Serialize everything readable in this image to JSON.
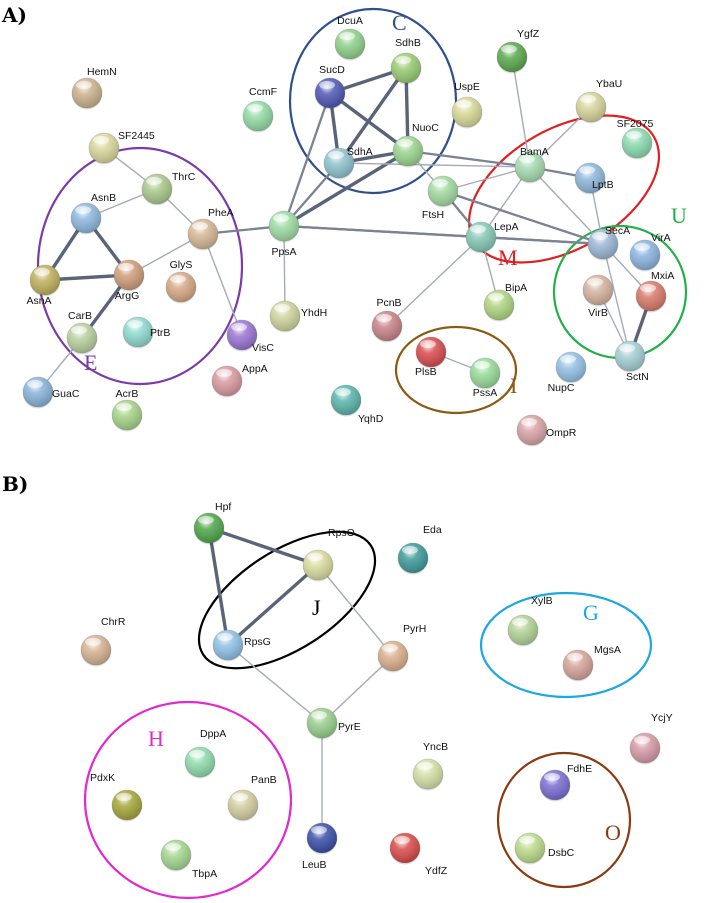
{
  "panels": [
    {
      "label": "A)",
      "nodes": [
        {
          "id": "DcuA",
          "color": "#8fd18a"
        },
        {
          "id": "SdhB",
          "color": "#9acb74"
        },
        {
          "id": "SucD",
          "color": "#4f57b5"
        },
        {
          "id": "HemN",
          "color": "#cdb28e"
        },
        {
          "id": "CcmF",
          "color": "#93dba4"
        },
        {
          "id": "UspE",
          "color": "#d9d99a"
        },
        {
          "id": "YgfZ",
          "color": "#5aa94e"
        },
        {
          "id": "YbaU",
          "color": "#d7d59b"
        },
        {
          "id": "SF2445",
          "color": "#d9d79b"
        },
        {
          "id": "ThrC",
          "color": "#a9c98c"
        },
        {
          "id": "AsnB",
          "color": "#8db8dd"
        },
        {
          "id": "PheA",
          "color": "#d6b896"
        },
        {
          "id": "SdhA",
          "color": "#8fc3cf"
        },
        {
          "id": "NuoC",
          "color": "#9bd58f"
        },
        {
          "id": "BamA",
          "color": "#a6dbb0"
        },
        {
          "id": "LptB",
          "color": "#8fb7dc"
        },
        {
          "id": "SF2075",
          "color": "#8bdbb0"
        },
        {
          "id": "FtsH",
          "color": "#a3dba1"
        },
        {
          "id": "PpsA",
          "color": "#9fdca4"
        },
        {
          "id": "LepA",
          "color": "#86c9b6"
        },
        {
          "id": "SecA",
          "color": "#9bb7d6"
        },
        {
          "id": "VirA",
          "color": "#8ab4e0"
        },
        {
          "id": "GlyS",
          "color": "#d7a886"
        },
        {
          "id": "AsnA",
          "color": "#bfb05c"
        },
        {
          "id": "ArgG",
          "color": "#cf9c7a"
        },
        {
          "id": "BipA",
          "color": "#b0d680"
        },
        {
          "id": "MxiA",
          "color": "#d87a6b"
        },
        {
          "id": "VirB",
          "color": "#d4b3a0"
        },
        {
          "id": "CarB",
          "color": "#b9cf9e"
        },
        {
          "id": "PtrB",
          "color": "#8fdacf"
        },
        {
          "id": "YhdH",
          "color": "#cfd59c"
        },
        {
          "id": "PcnB",
          "color": "#c9838a"
        },
        {
          "id": "VisC",
          "color": "#9a74d2"
        },
        {
          "id": "PlsB",
          "color": "#d94b4e"
        },
        {
          "id": "PssA",
          "color": "#98dc9a"
        },
        {
          "id": "SctN",
          "color": "#a4cfd3"
        },
        {
          "id": "NupC",
          "color": "#95c0e6"
        },
        {
          "id": "AppA",
          "color": "#d99aa0"
        },
        {
          "id": "GuaC",
          "color": "#8ab3d9"
        },
        {
          "id": "AcrB",
          "color": "#a6d488"
        },
        {
          "id": "YqhD",
          "color": "#5ab5ad"
        },
        {
          "id": "OmpR",
          "color": "#d9a3a8"
        }
      ],
      "edges": [
        {
          "a": "SucD",
          "b": "SdhB",
          "w": "thick"
        },
        {
          "a": "SucD",
          "b": "SdhA",
          "w": "thick"
        },
        {
          "a": "SucD",
          "b": "NuoC",
          "w": "thick"
        },
        {
          "a": "SdhB",
          "b": "SdhA",
          "w": "thick"
        },
        {
          "a": "SdhB",
          "b": "NuoC",
          "w": "thick"
        },
        {
          "a": "SdhA",
          "b": "NuoC",
          "w": "thick"
        },
        {
          "a": "PpsA",
          "b": "SucD",
          "w": "medium"
        },
        {
          "a": "PpsA",
          "b": "SdhA",
          "w": "medium"
        },
        {
          "a": "PpsA",
          "b": "NuoC",
          "w": "thick"
        },
        {
          "a": "PpsA",
          "b": "PheA",
          "w": "medium"
        },
        {
          "a": "PpsA",
          "b": "YhdH",
          "w": "thin"
        },
        {
          "a": "PpsA",
          "b": "LepA",
          "w": "medium"
        },
        {
          "a": "PpsA",
          "b": "SecA",
          "w": "medium"
        },
        {
          "a": "NuoC",
          "b": "BamA",
          "w": "medium"
        },
        {
          "a": "NuoC",
          "b": "FtsH",
          "w": "thin"
        },
        {
          "a": "SdhA",
          "b": "BamA",
          "w": "thin"
        },
        {
          "a": "YgfZ",
          "b": "BamA",
          "w": "thin"
        },
        {
          "a": "YbaU",
          "b": "BamA",
          "w": "thin"
        },
        {
          "a": "BamA",
          "b": "LptB",
          "w": "medium"
        },
        {
          "a": "BamA",
          "b": "SecA",
          "w": "thin"
        },
        {
          "a": "BamA",
          "b": "FtsH",
          "w": "thin"
        },
        {
          "a": "BamA",
          "b": "LepA",
          "w": "thin"
        },
        {
          "a": "FtsH",
          "b": "LepA",
          "w": "medium"
        },
        {
          "a": "FtsH",
          "b": "SecA",
          "w": "medium"
        },
        {
          "a": "LepA",
          "b": "SecA",
          "w": "medium"
        },
        {
          "a": "LepA",
          "b": "BipA",
          "w": "thin"
        },
        {
          "a": "LepA",
          "b": "PcnB",
          "w": "thin"
        },
        {
          "a": "LptB",
          "b": "SecA",
          "w": "thin"
        },
        {
          "a": "SecA",
          "b": "SctN",
          "w": "thin"
        },
        {
          "a": "SecA",
          "b": "MxiA",
          "w": "thin"
        },
        {
          "a": "MxiA",
          "b": "SctN",
          "w": "thick"
        },
        {
          "a": "VirB",
          "b": "SctN",
          "w": "thin"
        },
        {
          "a": "SF2445",
          "b": "ThrC",
          "w": "thin"
        },
        {
          "a": "ThrC",
          "b": "AsnB",
          "w": "thin"
        },
        {
          "a": "ThrC",
          "b": "PheA",
          "w": "thin"
        },
        {
          "a": "PheA",
          "b": "ArgG",
          "w": "thin"
        },
        {
          "a": "PheA",
          "b": "VisC",
          "w": "thin"
        },
        {
          "a": "AsnB",
          "b": "AsnA",
          "w": "thick"
        },
        {
          "a": "AsnB",
          "b": "ArgG",
          "w": "thick"
        },
        {
          "a": "AsnA",
          "b": "ArgG",
          "w": "thick"
        },
        {
          "a": "ArgG",
          "b": "CarB",
          "w": "thick"
        },
        {
          "a": "CarB",
          "b": "GuaC",
          "w": "thin"
        },
        {
          "a": "PlsB",
          "b": "PssA",
          "w": "thin"
        }
      ],
      "clusters": [
        {
          "letter": "C",
          "color": "#2f4f8c"
        },
        {
          "letter": "M",
          "color": "#e02020"
        },
        {
          "letter": "U",
          "color": "#22b04a"
        },
        {
          "letter": "E",
          "color": "#7b3aa8"
        },
        {
          "letter": "I",
          "color": "#8a5a10"
        }
      ]
    },
    {
      "label": "B)",
      "nodes": [
        {
          "id": "Hpf",
          "color": "#4fa64a"
        },
        {
          "id": "RpsO",
          "color": "#dadc9f"
        },
        {
          "id": "Eda",
          "color": "#3f9a9a"
        },
        {
          "id": "ChrR",
          "color": "#d6b391"
        },
        {
          "id": "RpsG",
          "color": "#8ec1e6"
        },
        {
          "id": "PyrH",
          "color": "#dab08e"
        },
        {
          "id": "XylB",
          "color": "#b3d497"
        },
        {
          "id": "MgsA",
          "color": "#d5a49a"
        },
        {
          "id": "DppA",
          "color": "#8fdcad"
        },
        {
          "id": "PyrE",
          "color": "#98cf8d"
        },
        {
          "id": "YcjY",
          "color": "#d69aa8"
        },
        {
          "id": "PdxK",
          "color": "#a6a63a"
        },
        {
          "id": "PanB",
          "color": "#d4cfa2"
        },
        {
          "id": "YncB",
          "color": "#d4e0a6"
        },
        {
          "id": "FdhE",
          "color": "#7a6dd2"
        },
        {
          "id": "TbpA",
          "color": "#a5d890"
        },
        {
          "id": "LeuB",
          "color": "#3a4fa8"
        },
        {
          "id": "YdfZ",
          "color": "#d94a4a"
        },
        {
          "id": "DsbC",
          "color": "#bddb8c"
        }
      ],
      "edges": [
        {
          "a": "Hpf",
          "b": "RpsO",
          "w": "thick"
        },
        {
          "a": "Hpf",
          "b": "RpsG",
          "w": "thick"
        },
        {
          "a": "RpsO",
          "b": "RpsG",
          "w": "thick"
        },
        {
          "a": "RpsO",
          "b": "PyrH",
          "w": "thin"
        },
        {
          "a": "RpsG",
          "b": "PyrE",
          "w": "thin"
        },
        {
          "a": "PyrH",
          "b": "PyrE",
          "w": "thin"
        },
        {
          "a": "PyrE",
          "b": "LeuB",
          "w": "thin"
        }
      ],
      "clusters": [
        {
          "letter": "J",
          "color": "#000000"
        },
        {
          "letter": "G",
          "color": "#1aa8e0"
        },
        {
          "letter": "H",
          "color": "#e02ad0"
        },
        {
          "letter": "O",
          "color": "#8a3a10"
        }
      ]
    }
  ]
}
